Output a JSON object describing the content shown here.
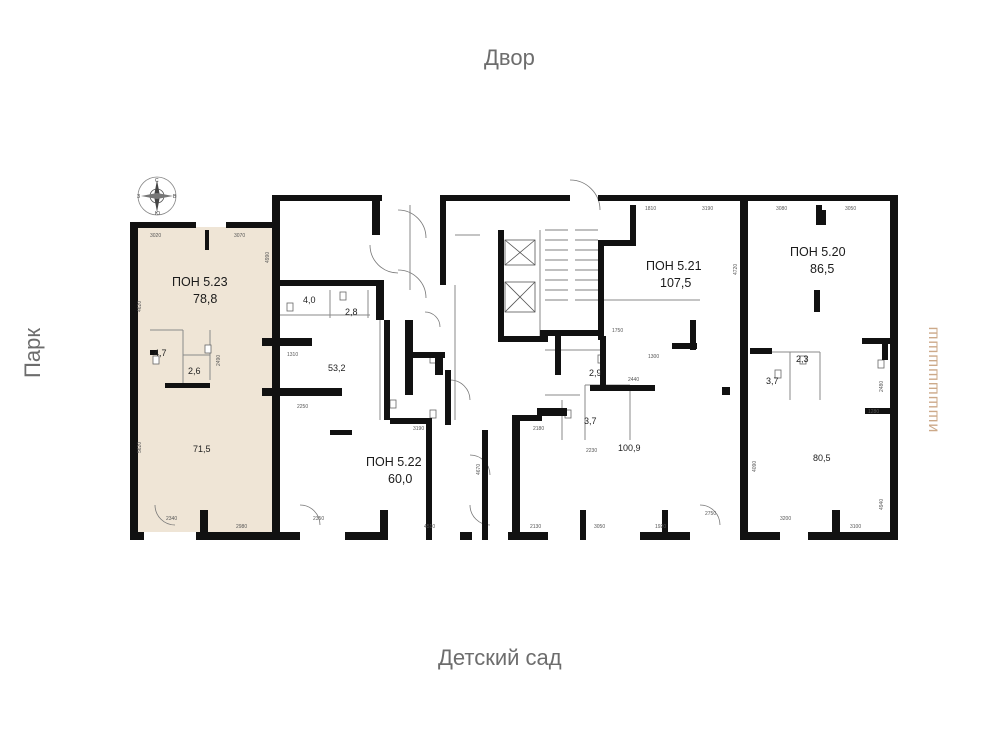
{
  "surroundings": {
    "top": "Двор",
    "bottom": "Детский сад",
    "left": "Парк",
    "right": "ишшшшшшш"
  },
  "colors": {
    "wall": "#111111",
    "highlight": "#efe5d6",
    "thin": "#8a8a8a",
    "accent_text": "#c7a07d"
  },
  "compass": {
    "letters": [
      "С",
      "В",
      "Ю",
      "З"
    ]
  },
  "units": [
    {
      "id": "5.23",
      "title": "ПОН 5.23",
      "area": "78,8",
      "highlighted": true
    },
    {
      "id": "5.22",
      "title": "ПОН 5.22",
      "area": "60,0",
      "highlighted": false
    },
    {
      "id": "5.21",
      "title": "ПОН 5.21",
      "area": "107,5",
      "highlighted": false
    },
    {
      "id": "5.20",
      "title": "ПОН 5.20",
      "area": "86,5",
      "highlighted": false
    }
  ],
  "rooms": [
    {
      "area": "4,7"
    },
    {
      "area": "2,6"
    },
    {
      "area": "71,5"
    },
    {
      "area": "4,0"
    },
    {
      "area": "2,8"
    },
    {
      "area": "53,2"
    },
    {
      "area": "2,9"
    },
    {
      "area": "3,7"
    },
    {
      "area": "100,9"
    },
    {
      "area": "2,3"
    },
    {
      "area": "3,7"
    },
    {
      "area": "80,5"
    }
  ],
  "dimensions": [
    "3020",
    "3070",
    "4620",
    "5620",
    "2340",
    "2980",
    "2490",
    "1310",
    "4990",
    "2250",
    "2350",
    "4510",
    "4670",
    "3190",
    "1810",
    "3190",
    "4720",
    "1750",
    "1300",
    "2440",
    "2180",
    "2230",
    "2750",
    "2130",
    "3050",
    "1920",
    "3080",
    "3050",
    "1280",
    "2480",
    "3200",
    "3100",
    "4090",
    "4940"
  ]
}
